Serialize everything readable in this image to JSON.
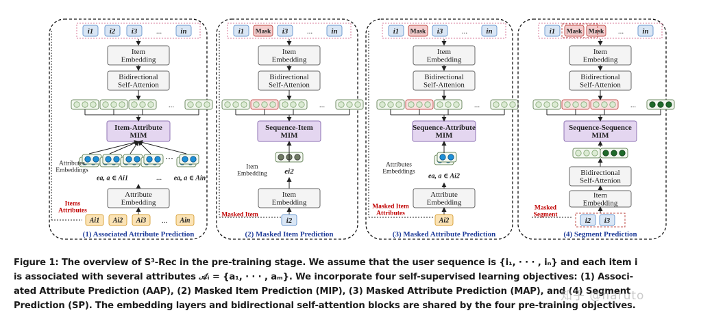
{
  "diagram": {
    "panels": [
      {
        "title": "(1) Associated Attribute Prediction",
        "tokens": [
          "i1",
          "i2",
          "i3",
          "...",
          "in"
        ],
        "item_embedding": "Item\nEmbedding",
        "self_attention": "Bidirectional\nSelf-Attenion",
        "mim": "Item-Attribute\nMIM",
        "attributes_embeddings": "Attributes\nEmbeddings",
        "attr_eq_left": "ea, a ∈ Ai1",
        "attr_eq_right": "ea, a ∈ Ain",
        "dots": "...",
        "attribute_embedding": "Attribute\nEmbedding",
        "items_attributes_label": "Items\nAttributes",
        "attribute_tokens": [
          "Ai1",
          "Ai2",
          "Ai3",
          "...",
          "Ain"
        ]
      },
      {
        "title": "(2) Masked Item Prediction",
        "tokens": [
          "i1",
          "Mask",
          "i3",
          "...",
          "in"
        ],
        "item_embedding": "Item\nEmbedding",
        "self_attention": "Bidirectional\nSelf-Attenion",
        "mim": "Sequence-Item\nMIM",
        "item_embedding_side": "Item\nEmbedding",
        "ei2": "ei2",
        "item_embedding_bottom": "Item\nEmbedding",
        "masked_item_label": "Masked Item",
        "masked_token": "i2"
      },
      {
        "title": "(3) Masked Attribute Prediction",
        "tokens": [
          "i1",
          "Mask",
          "i3",
          "...",
          "in"
        ],
        "item_embedding": "Item\nEmbedding",
        "self_attention": "Bidirectional\nSelf-Attenion",
        "mim": "Sequence-Attribute\nMIM",
        "attributes_embeddings": "Attributes\nEmbeddings",
        "attr_eq": "ea, a ∈ Ai2",
        "attribute_embedding": "Attribute\nEmbedding",
        "masked_item_attributes_label": "Masked Item\nAttributes",
        "masked_attr_token": "Ai2"
      },
      {
        "title": "(4) Segment Prediction",
        "tokens": [
          "i1",
          "Mask",
          "Mask",
          "...",
          "in"
        ],
        "item_embedding": "Item\nEmbedding",
        "self_attention": "Bidirectional\nSelf-Attenion",
        "mim": "Sequence-Sequence\nMIM",
        "self_attention_2": "Bidirectional\nSelf-Attenion",
        "item_embedding_2": "Item\nEmbedding",
        "masked_segment_label": "Masked\nSegment",
        "segment_tokens": [
          "i2",
          "i3"
        ]
      }
    ]
  },
  "caption": {
    "line1": "Figure 1: The overview of S³-Rec in the pre-training stage. We assume that the user sequence is {i₁, · · · , iₙ} and each item i",
    "line2": "is associated with several attributes 𝒜ᵢ = {a₁, · · · , aₘ}. We incorporate four self-supervised learning objectives: (1) Associ-",
    "line3": "ated Attribute Prediction (AAP), (2) Masked Item Prediction (MIP), (3) Masked Attribute Prediction (MAP), and (4) Segment",
    "line4": "Prediction (SP). The embedding layers and bidirectional self-attention blocks are shared by the four pre-training objectives."
  },
  "watermark": "知乎 @haruto",
  "colors": {
    "token_fill": "#d9e6f5",
    "token_border": "#6f9bd0",
    "mask_fill": "#f4cccc",
    "mask_border": "#c0504d",
    "mim_fill": "#e4d6f0",
    "mim_border": "#8e72b3",
    "attr_fill": "#fbe3b5",
    "attr_border": "#d9a441",
    "red_label": "#c00000",
    "title_blue": "#1f3c99",
    "dot_green_light": "#dcebd4",
    "dot_green_dark": "#1f6b2a",
    "dot_grey": "#6f7a63",
    "dot_blue": "#1e8fd6"
  }
}
